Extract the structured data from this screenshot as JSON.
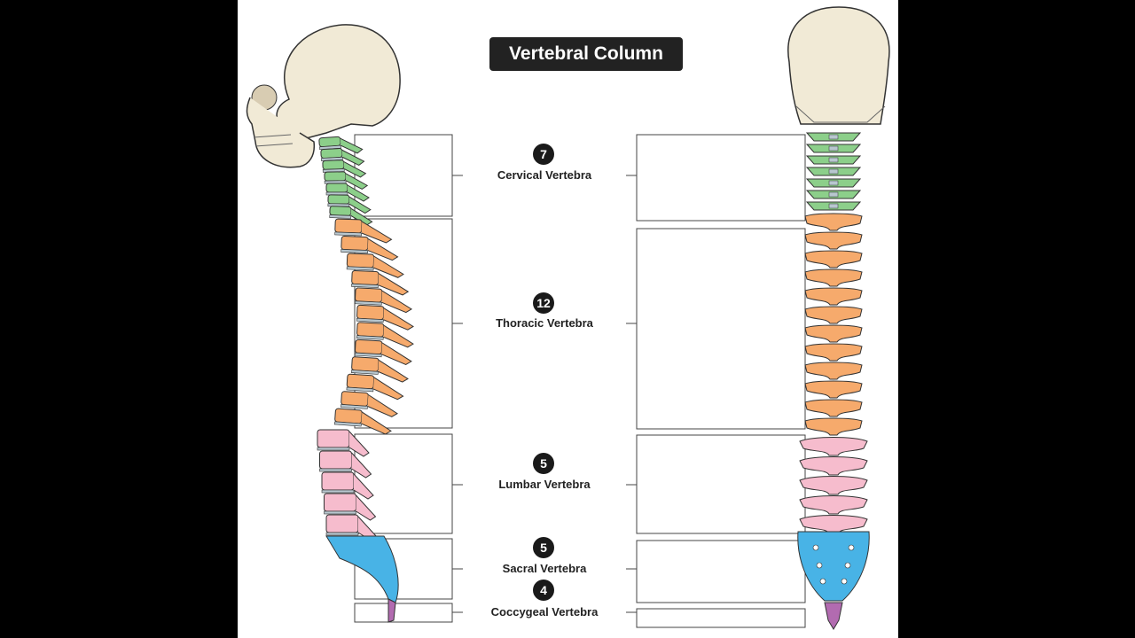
{
  "title": "Vertebral Column",
  "colors": {
    "skull": "#f1ead6",
    "cervical": "#8ccf8a",
    "thoracic": "#f6aa6c",
    "lumbar": "#f6bccd",
    "sacral": "#48b3e6",
    "coccygeal": "#b26bb0",
    "disc": "#b8c7cf",
    "outline": "#333333"
  },
  "regions": [
    {
      "id": "cervical",
      "count": "7",
      "label": "Cervical Vertebra"
    },
    {
      "id": "thoracic",
      "count": "12",
      "label": "Thoracic Vertebra"
    },
    {
      "id": "lumbar",
      "count": "5",
      "label": "Lumbar Vertebra"
    },
    {
      "id": "sacral",
      "count": "5",
      "label": "Sacral Vertebra"
    },
    {
      "id": "coccygeal",
      "count": "4",
      "label": "Coccygeal Vertebra"
    }
  ]
}
